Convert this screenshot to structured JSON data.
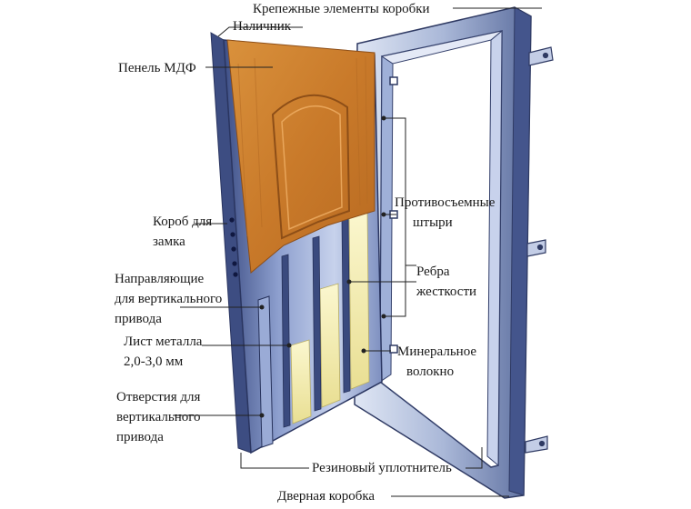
{
  "labels": {
    "box_fasteners": "Крепежные  элементы коробки",
    "trim": "Наличник",
    "mdf_panel": "Пенель МДФ",
    "lock_box": [
      "Короб для",
      "замка"
    ],
    "guides": [
      "Направляющие",
      "для вертикального",
      "привода"
    ],
    "metal_sheet": [
      "Лист металла",
      "2,0-3,0 мм"
    ],
    "holes": [
      "Отверстия для",
      "вертикального",
      "привода"
    ],
    "rubber_seal": "Резиновый уплотнитель",
    "door_frame": "Дверная коробка",
    "anti_removal_pins": [
      "Противосъемные",
      "штыри"
    ],
    "stiffening_ribs": [
      "Ребра",
      "жесткости"
    ],
    "mineral_wool": [
      "Минеральное",
      "волокно"
    ]
  },
  "colors": {
    "frame_steel": "#b9c6e0",
    "frame_edge": "#2f3a63",
    "mdf_wood": "#d38a37",
    "mdf_wood_dark": "#a9601f",
    "insulation": "#f4efb2",
    "inner_steel": "#6f82b9",
    "leader_line": "#222222"
  }
}
